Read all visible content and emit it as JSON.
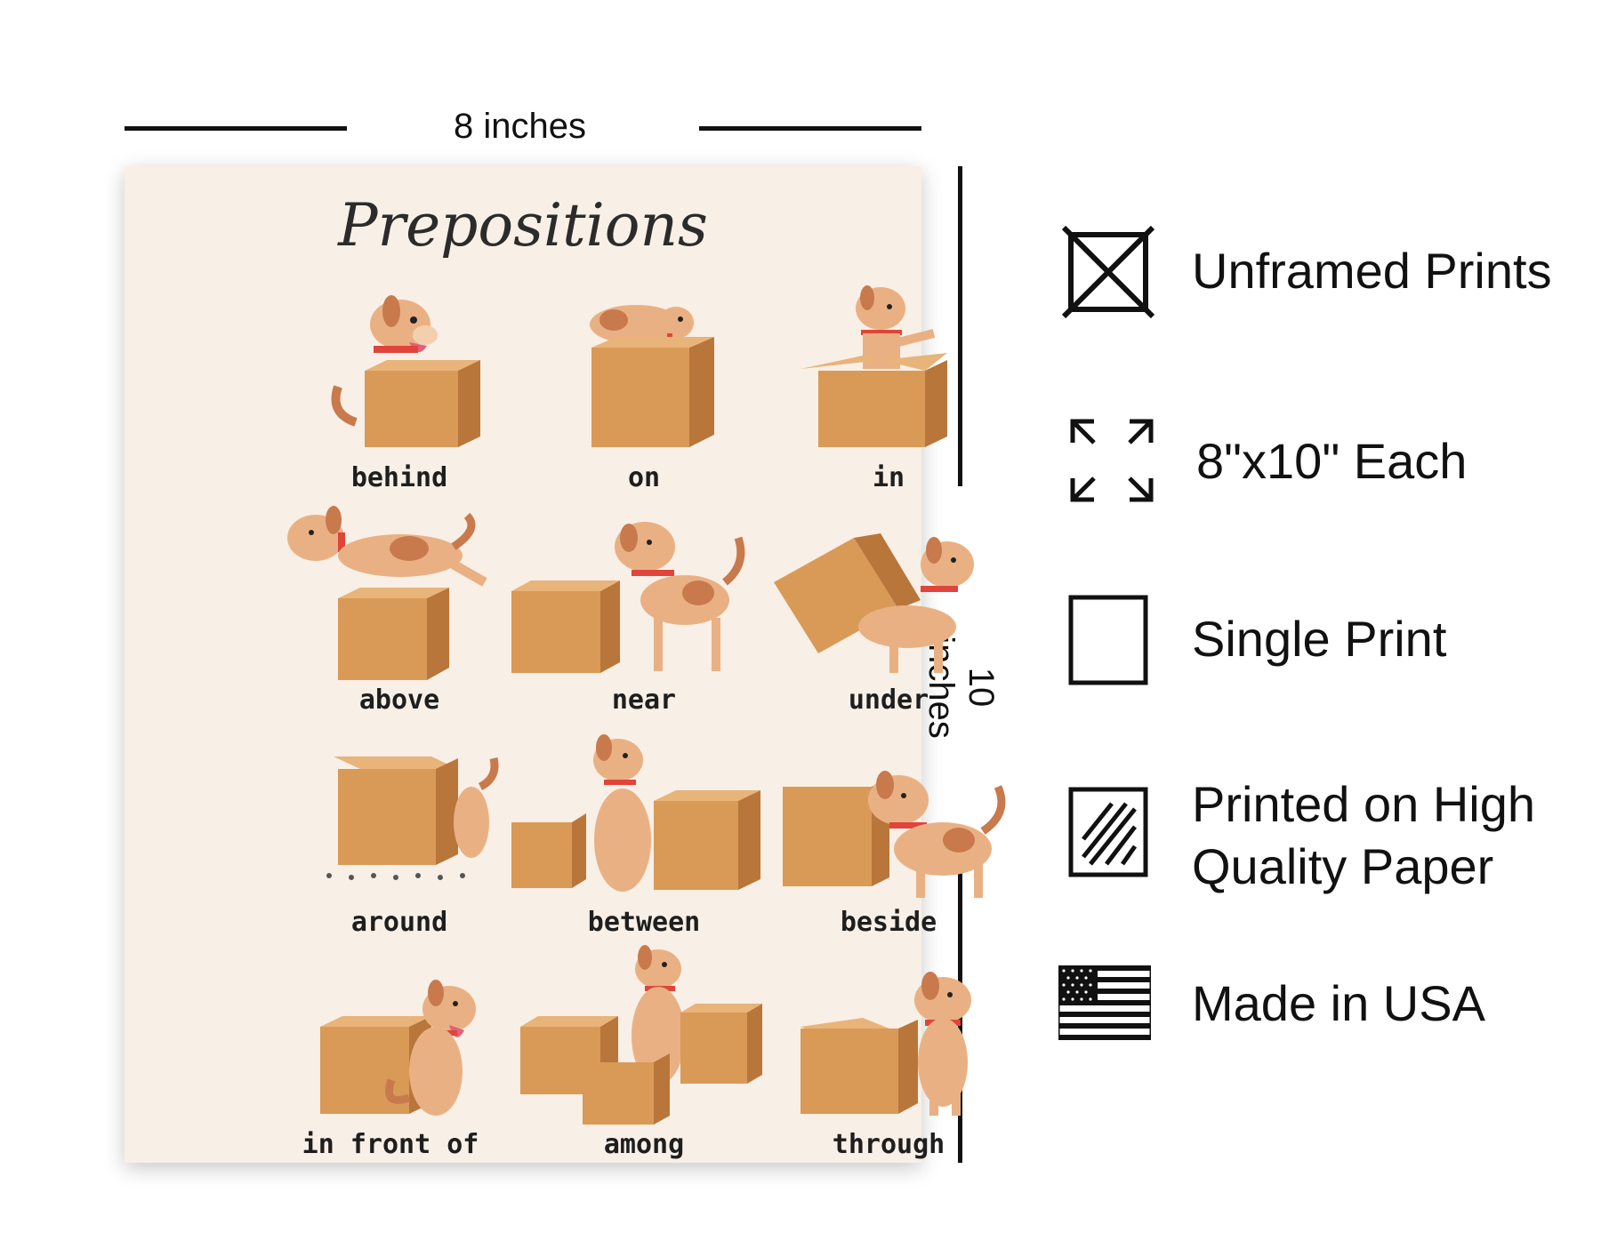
{
  "dimensions": {
    "width_label": "8 inches",
    "height_label": "10 inches"
  },
  "poster": {
    "title": "Prepositions",
    "items": [
      {
        "word": "behind"
      },
      {
        "word": "on"
      },
      {
        "word": "in"
      },
      {
        "word": "above"
      },
      {
        "word": "near"
      },
      {
        "word": "under"
      },
      {
        "word": "around"
      },
      {
        "word": "between"
      },
      {
        "word": "beside"
      },
      {
        "word": "in front of"
      },
      {
        "word": "among"
      },
      {
        "word": "through"
      }
    ]
  },
  "features": [
    {
      "icon": "unframed-icon",
      "text": "Unframed Prints"
    },
    {
      "icon": "expand-arrows-icon",
      "text": "8\"x10\" Each"
    },
    {
      "icon": "single-sheet-icon",
      "text": "Single Print"
    },
    {
      "icon": "hatched-paper-icon",
      "text": "Printed on High Quality Paper"
    },
    {
      "icon": "us-flag-icon",
      "text": "Made in USA"
    }
  ],
  "colors": {
    "poster_bg": "#f8efe6",
    "box": "#d99a58",
    "box_dark": "#b9763a",
    "dog": "#e9b183",
    "dog_patch": "#c87a4c",
    "collar": "#e0443a"
  }
}
